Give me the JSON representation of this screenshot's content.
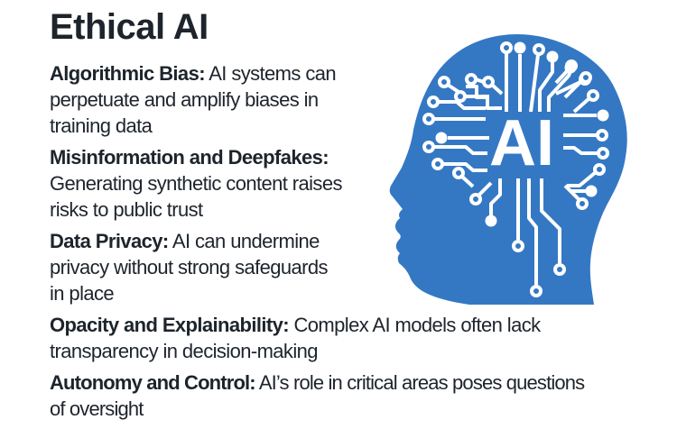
{
  "title": "Ethical AI",
  "items": [
    {
      "label": "Algorithmic Bias:",
      "text": " AI systems can\nperpetuate and amplify biases in\ntraining data"
    },
    {
      "label": "Misinformation and Deepfakes:",
      "text": "\nGenerating synthetic content raises\nrisks to public trust"
    },
    {
      "label": "Data Privacy:",
      "text": " AI can undermine\nprivacy without strong safeguards\nin place"
    },
    {
      "label": "Opacity and Explainability:",
      "text": " Complex AI models often lack\ntransparency in decision-making"
    },
    {
      "label": "Autonomy and Control:",
      "text": " AI’s role in critical areas poses questions\nof oversight"
    }
  ],
  "graphic": {
    "ai_label": "AI",
    "description": "human-head-profile-with-circuit-brain"
  },
  "colors": {
    "text": "#1e242c",
    "head_blue": "#3478c4",
    "circuit_white": "#ffffff",
    "background": "#ffffff"
  }
}
